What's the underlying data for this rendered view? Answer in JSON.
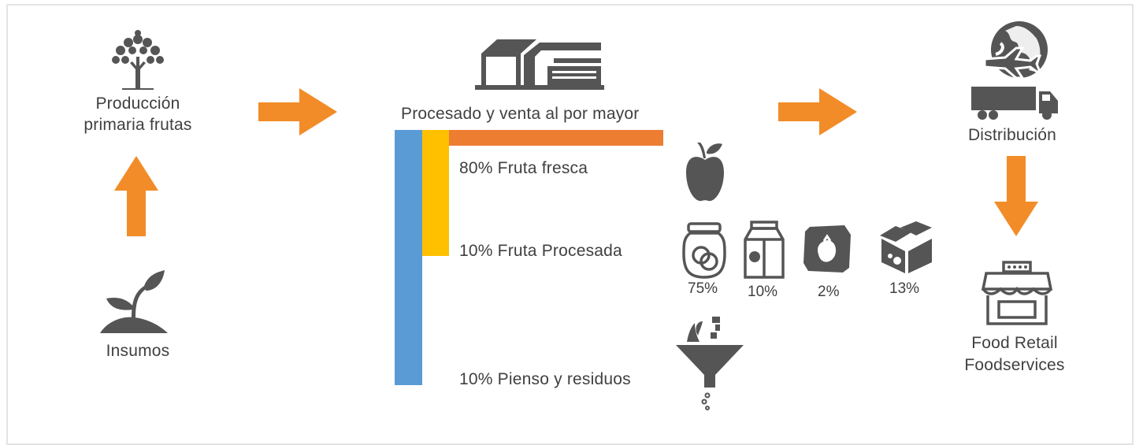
{
  "stages": {
    "production": "Producción primaria frutas",
    "inputs": "Insumos",
    "processing": "Procesado y venta al por mayor",
    "distribution": "Distribución",
    "retail": "Food Retail Foodservices"
  },
  "shares": [
    {
      "label": "80% Fruta fresca",
      "percent": 80,
      "color": "#ed7d31"
    },
    {
      "label": "10% Fruta Procesada",
      "percent": 10,
      "color": "#ffc000"
    },
    {
      "label": "10% Pienso y residuos",
      "percent": 10,
      "color": "#5b9bd5"
    }
  ],
  "processed_breakdown": [
    {
      "icon": "jar-icon",
      "label": "75%"
    },
    {
      "icon": "juice-carton-icon",
      "label": "10%"
    },
    {
      "icon": "frozen-fruit-icon",
      "label": "2%"
    },
    {
      "icon": "boxes-icon",
      "label": "13%"
    }
  ],
  "colors": {
    "arrow": "#f28c28",
    "icon": "#555555"
  },
  "icons": [
    "tree-icon",
    "sprout-icon",
    "warehouse-icon",
    "globe-plane-icon",
    "truck-icon",
    "store-icon",
    "apple-icon",
    "funnel-waste-icon"
  ]
}
